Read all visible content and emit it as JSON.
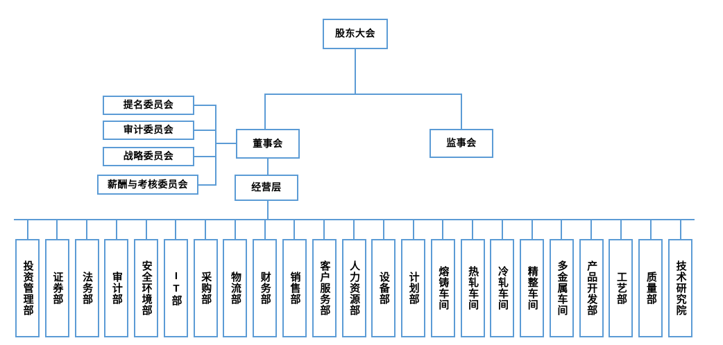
{
  "chart_title": "",
  "colors": {
    "border": "#5B9BD5",
    "connector": "#5B9BD5",
    "background": "#ffffff",
    "text": "#000000"
  },
  "nodes": {
    "shareholders_meeting": "股东大会",
    "board_of_directors": "董事会",
    "supervisory_board": "监事会",
    "management_layer": "经营层"
  },
  "committees": [
    {
      "label": "提名委员会"
    },
    {
      "label": "审计委员会"
    },
    {
      "label": "战略委员会"
    },
    {
      "label": "薪酬与考核委员会"
    }
  ],
  "departments": [
    {
      "label": "投资管理部"
    },
    {
      "label": "证券部"
    },
    {
      "label": "法务部"
    },
    {
      "label": "审计部"
    },
    {
      "label": "安全环境部"
    },
    {
      "label": "IT部"
    },
    {
      "label": "采购部"
    },
    {
      "label": "物流部"
    },
    {
      "label": "财务部"
    },
    {
      "label": "销售部"
    },
    {
      "label": "客户服务部"
    },
    {
      "label": "人力资源部"
    },
    {
      "label": "设备部"
    },
    {
      "label": "计划部"
    },
    {
      "label": "熔铸车间"
    },
    {
      "label": "热轧车间"
    },
    {
      "label": "冷轧车间"
    },
    {
      "label": "精整车间"
    },
    {
      "label": "多金属车间"
    },
    {
      "label": "产品开发部"
    },
    {
      "label": "工艺部"
    },
    {
      "label": "质量部"
    },
    {
      "label": "技术研究院"
    }
  ]
}
